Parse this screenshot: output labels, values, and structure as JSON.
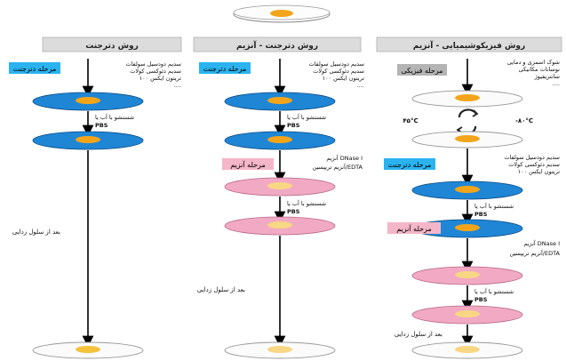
{
  "colors": {
    "header_bg": "#dcdcdc",
    "detergent_stage": "#2ab3f0",
    "enzyme_stage": "#f4b6c8",
    "physical_stage": "#b4b4b4",
    "dish_blue": "#1f86d6",
    "dish_pink": "#f2a9c4",
    "yolk_orange": "#f2a51a",
    "yolk_light": "#f8d784"
  },
  "columns": {
    "detergent": {
      "header": "روش دترجنت",
      "stage_label": "مرحله دترجنت",
      "reagents": [
        "سدیم دودسیل سولفات",
        "سدیم دئوکسی کولات",
        "تریتون ایکس ۱۰۰",
        "...."
      ],
      "wash1": {
        "line1": "شستشو با آب یا",
        "line2": "PBS"
      },
      "decell_label": "بعد از سلول زدایی"
    },
    "detergent_enzyme": {
      "header": "روش دترجنت - آنزیم",
      "stage_label": "مرحله دترجنت",
      "reagents": [
        "سدیم دودسیل سولفات",
        "سدیم دئوکسی کولات",
        "تریتون ایکس ۱۰۰",
        "...."
      ],
      "wash1": {
        "line1": "شستشو با آب یا",
        "line2": "PBS"
      },
      "enzyme_stage_label": "مرحله آنزیم",
      "enzymes": [
        "آنزیم DNase I",
        "آنزیم تریپسین/EDTA"
      ],
      "wash2": {
        "line1": "شستشو با آب یا",
        "line2": "PBS"
      },
      "decell_label": "بعد از سلول زدایی"
    },
    "physicochemical_enzyme": {
      "header": "روش فیزیکوشیمیایی - آنزیم",
      "stage_label": "مرحله فیزیکی",
      "physical_methods": [
        "شوک اسمزی و دمایی",
        "نوسانات مکانیکی",
        "سانتریفیوژ",
        "...."
      ],
      "temp_left": "۴۵°C",
      "temp_right": "-۸۰°C",
      "detergent_stage_label": "مرحله دترجنت",
      "reagents": [
        "سدیم دودسیل سولفات",
        "سدیم دئوکسی کولات",
        "تریتون ایکس ۱۰۰"
      ],
      "wash1": {
        "line1": "شستشو با آب یا",
        "line2": "PBS"
      },
      "enzyme_stage_label": "مرحله آنزیم",
      "enzymes": [
        "آنزیم DNase I",
        "آنزیم تریپسین/EDTA"
      ],
      "wash2": {
        "line1": "شستشو با آب یا",
        "line2": "PBS"
      },
      "decell_label": "بعد از سلول زدایی"
    }
  }
}
